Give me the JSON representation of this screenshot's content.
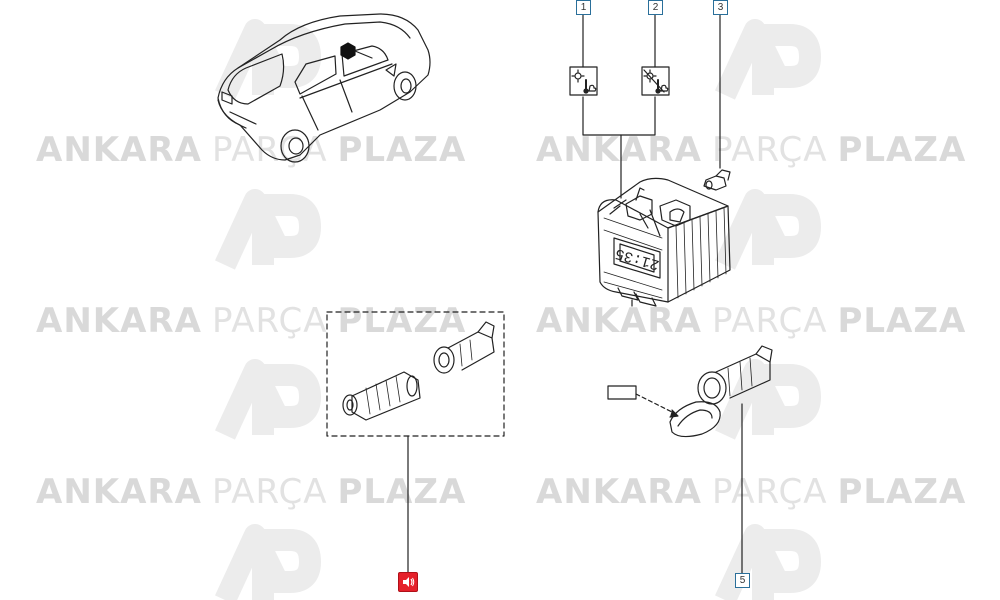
{
  "watermark": {
    "word1": "ANKARA",
    "word2": "PARÇA",
    "word3": "PLAZA"
  },
  "callouts": {
    "c1": "1",
    "c2": "2",
    "c3": "3",
    "c5": "5"
  },
  "clock_display": "21:35",
  "colors": {
    "callout_border": "#2a6f9a",
    "badge": "#e5202a",
    "watermark": "#d9d9d9",
    "line": "#222222"
  },
  "icons": {
    "callout_1_symbol": "sun-thermometer-icon",
    "callout_2_symbol": "sun-thermometer-crossed-icon",
    "badge_symbol": "speaker-icon"
  }
}
